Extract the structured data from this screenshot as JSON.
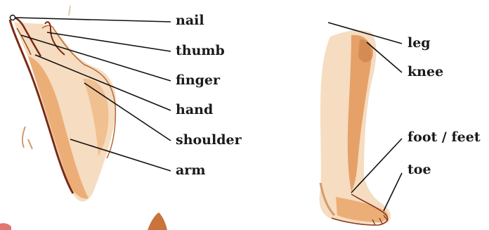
{
  "arm_labels": {
    "nail": "nail",
    "thumb": "thumb",
    "finger": "finger",
    "hand": "hand",
    "shoulder": "shoulder",
    "arm": "arm"
  },
  "leg_labels": {
    "leg": "leg",
    "knee": "knee",
    "foot": "foot / feet",
    "toe": "toe"
  },
  "colors": {
    "skin_light": "#f6dcc0",
    "skin_mid": "#e9a66a",
    "skin_dark": "#c9743a",
    "outline": "#7a2a14",
    "leader_line": "#111111"
  }
}
